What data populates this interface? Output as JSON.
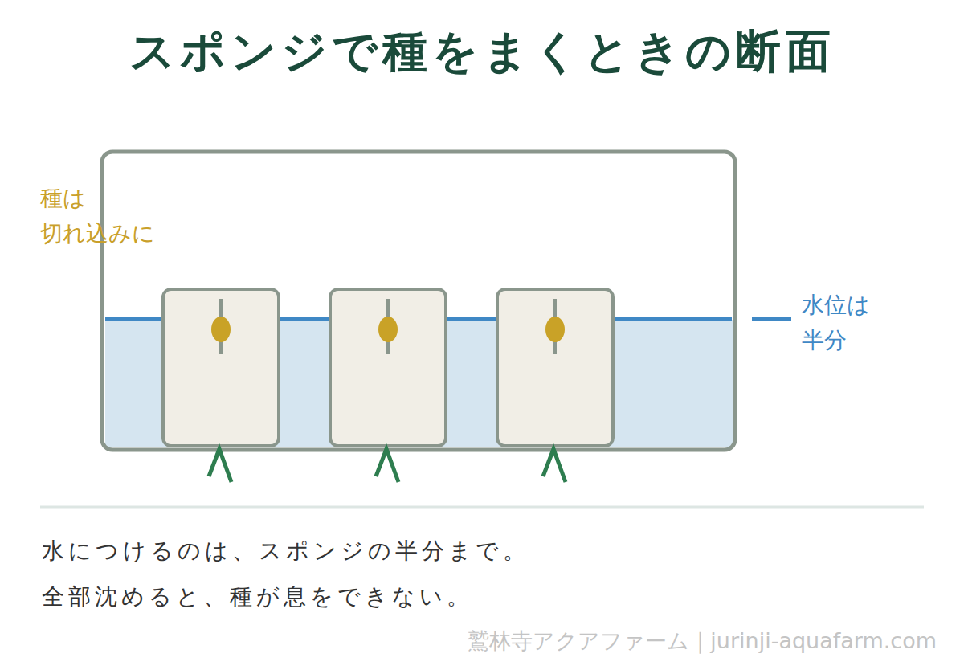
{
  "diagram": {
    "title": "スポンジで種をまくときの断面",
    "caption": "水につけるのは、スポンジの半分まで。 全部沈めると、種が息をできない。",
    "labels": [
      "種は 切れ込みに",
      "水位は 半分",
      "鷲林寺アクアファーム｜jurinji-aquafarm.com"
    ]
  }
}
